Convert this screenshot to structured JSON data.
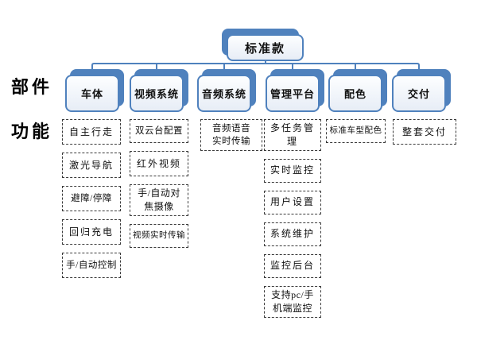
{
  "diagram": {
    "root_label": "标准款",
    "side_labels": {
      "parts": "部件",
      "functions": "功能"
    }
  },
  "colors": {
    "accent": "#4F81BD",
    "line": "#4F81BD",
    "face-top": "#fdfeff",
    "face-bottom": "#e7edf6",
    "dash": "#3a3a3a",
    "text": "#111111"
  },
  "columns": [
    {
      "label": "车体",
      "items": [
        "自主行走",
        "激光导航",
        "避障/停障",
        "回归充电",
        "手/自动控制"
      ]
    },
    {
      "label": "视频系统",
      "items": [
        "双云台配置",
        "红外视频",
        "手/自动对\n焦摄像",
        "视频实时传输"
      ]
    },
    {
      "label": "音频系统",
      "items": [
        "音频语音\n实时传输"
      ]
    },
    {
      "label": "管理平台",
      "items": [
        "多任务管理",
        "实时监控",
        "用户设置",
        "系统维护",
        "监控后台",
        "支持pc/手\n机端监控"
      ]
    },
    {
      "label": "配色",
      "items": [
        "标准车型配色"
      ]
    },
    {
      "label": "交付",
      "items": [
        "整套交付"
      ]
    }
  ]
}
